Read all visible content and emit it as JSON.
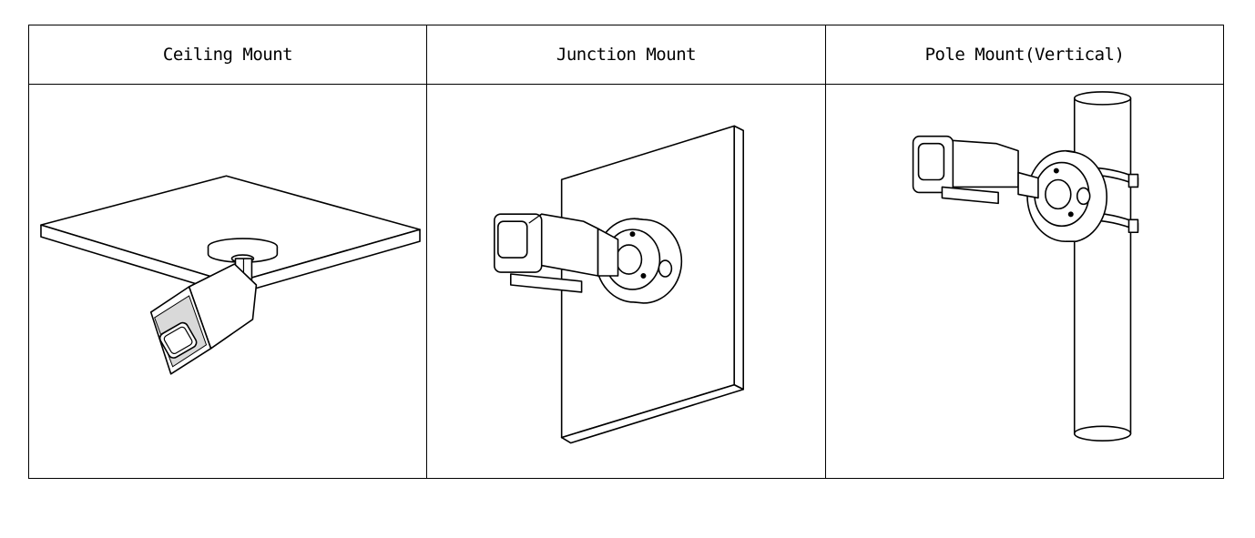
{
  "columns": [
    {
      "id": "ceiling",
      "label": "Ceiling Mount"
    },
    {
      "id": "junction",
      "label": "Junction Mount"
    },
    {
      "id": "pole",
      "label": "Pole Mount(Vertical)"
    }
  ]
}
